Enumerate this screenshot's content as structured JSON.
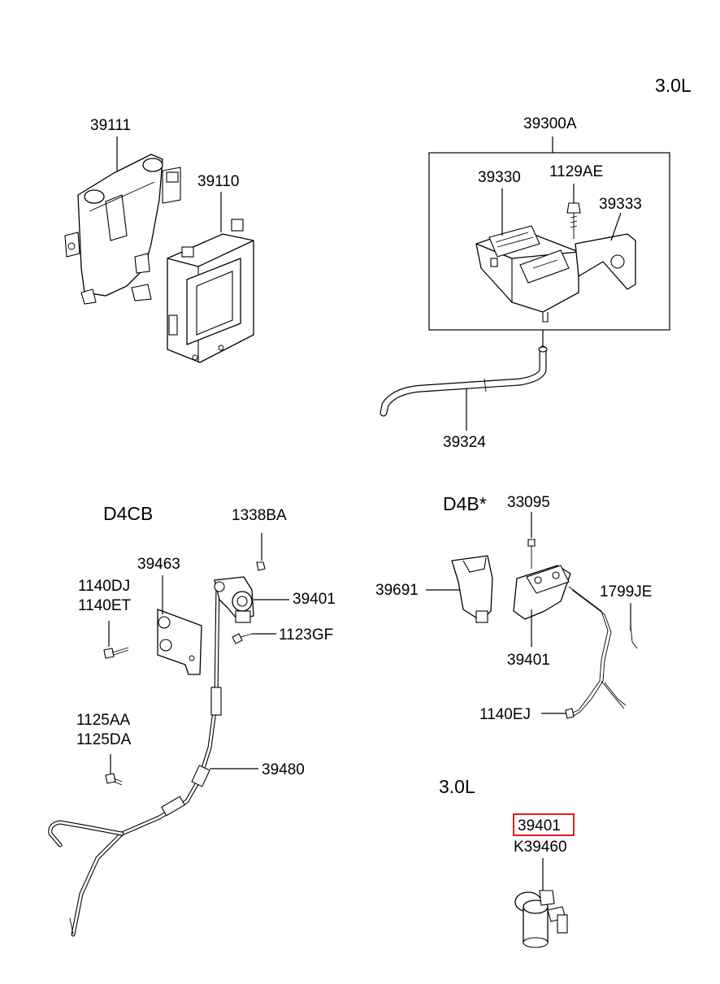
{
  "labels": {
    "p39111": "39111",
    "p39110": "39110",
    "p39300A": "39300A",
    "p39330": "39330",
    "p1129AE": "1129AE",
    "p39333": "39333",
    "p39324": "39324",
    "p1338BA": "1338BA",
    "p39463": "39463",
    "p1140DJ": "1140DJ",
    "p1140ET": "1140ET",
    "p39401_d4cb": "39401",
    "p1123GF": "1123GF",
    "p1125AA": "1125AA",
    "p1125DA": "1125DA",
    "p39480": "39480",
    "p33095": "33095",
    "p39691": "39691",
    "p1799JE": "1799JE",
    "p39401_d4b": "39401",
    "p1140EJ": "1140EJ",
    "p39401_30l": "39401",
    "pK39460": "K39460"
  },
  "section_titles": {
    "engine_30l_top": "3.0L",
    "engine_d4cb": "D4CB",
    "engine_d4b": "D4B*",
    "engine_30l_bottom": "3.0L"
  },
  "colors": {
    "highlight_box": "#e0201b",
    "line": "#000000",
    "background": "#ffffff"
  }
}
